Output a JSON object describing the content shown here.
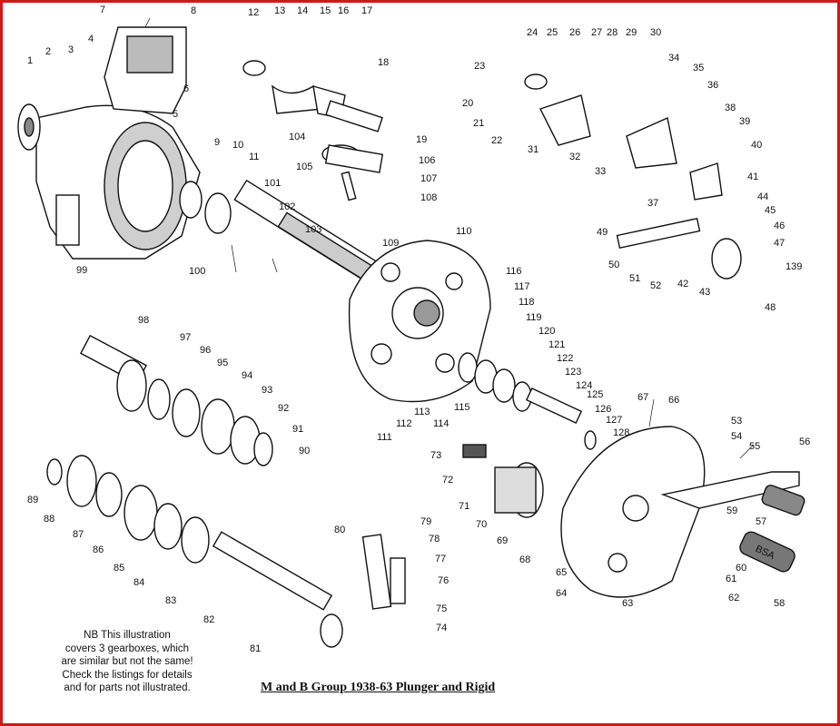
{
  "title": "M and B Group 1938-63 Plunger and Rigid",
  "note": [
    "NB This illustration",
    "covers 3 gearboxes, which",
    "are similar but not the same!",
    "Check the listings for details",
    "and for parts not illustrated."
  ],
  "frame_color": "#d01818",
  "part_numbers": [
    "1",
    "2",
    "3",
    "4",
    "5",
    "6",
    "7",
    "8",
    "9",
    "10",
    "11",
    "12",
    "13",
    "14",
    "15",
    "16",
    "17",
    "18",
    "19",
    "20",
    "21",
    "22",
    "23",
    "24",
    "25",
    "26",
    "27",
    "28",
    "29",
    "30",
    "31",
    "32",
    "33",
    "34",
    "35",
    "36",
    "37",
    "38",
    "39",
    "40",
    "41",
    "42",
    "43",
    "44",
    "45",
    "46",
    "47",
    "48",
    "49",
    "50",
    "51",
    "52",
    "53",
    "54",
    "55",
    "56",
    "57",
    "58",
    "59",
    "60",
    "61",
    "62",
    "63",
    "64",
    "65",
    "66",
    "67",
    "68",
    "69",
    "70",
    "71",
    "72",
    "73",
    "74",
    "75",
    "76",
    "77",
    "78",
    "79",
    "80",
    "81",
    "82",
    "83",
    "84",
    "85",
    "86",
    "87",
    "88",
    "89",
    "90",
    "91",
    "92",
    "93",
    "94",
    "95",
    "96",
    "97",
    "98",
    "99",
    "100",
    "101",
    "102",
    "103",
    "104",
    "105",
    "106",
    "107",
    "108",
    "109",
    "110",
    "111",
    "112",
    "113",
    "114",
    "115",
    "116",
    "117",
    "118",
    "119",
    "120",
    "121",
    "122",
    "123",
    "124",
    "125",
    "126",
    "127",
    "128",
    "139"
  ],
  "grip_text": "BSA"
}
